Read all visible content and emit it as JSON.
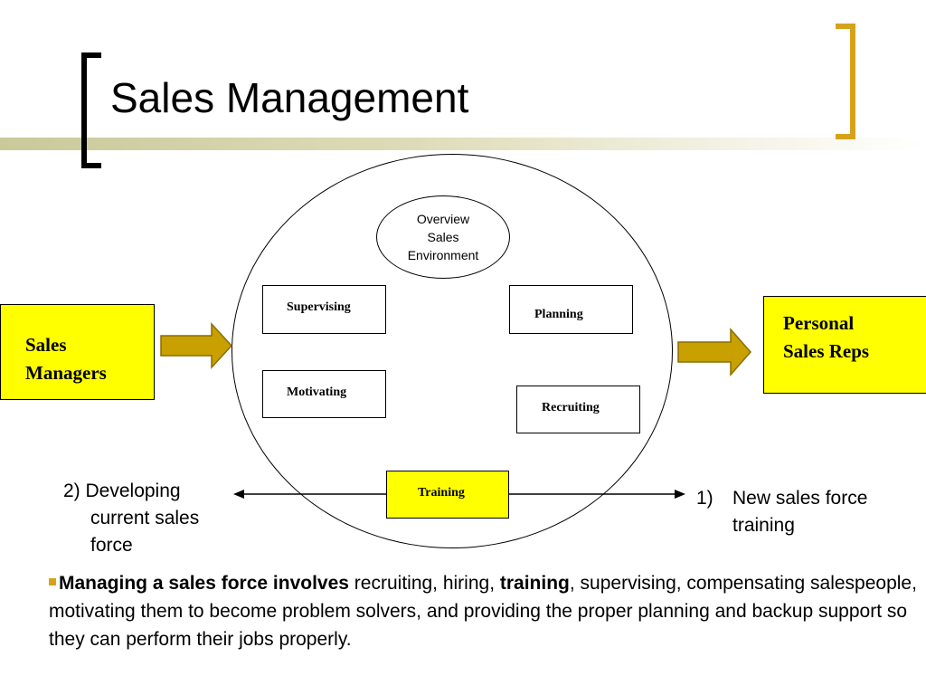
{
  "slide": {
    "title": "Sales Management"
  },
  "diagram": {
    "oval_lines": [
      "Overview",
      "Sales",
      "Environment"
    ],
    "boxes": {
      "supervising": "Supervising",
      "planning": "Planning",
      "motivating": "Motivating",
      "recruiting": "Recruiting",
      "training": "Training"
    },
    "sales_managers": [
      "Sales",
      "Managers"
    ],
    "personal_sales_reps": [
      "Personal",
      "Sales Reps"
    ],
    "developing": {
      "lines": [
        "2) Developing",
        "current sales",
        "force"
      ]
    },
    "new_training": {
      "number": "1)",
      "lines": [
        "New sales force",
        "training"
      ]
    }
  },
  "bullet": {
    "bold_lead": "Managing a sales force involves",
    "text_1": " recruiting, hiring, ",
    "bold_mid": "training",
    "text_2": ", supervising, compensating salespeople, motivating them to become problem solvers, and providing the proper planning and backup support so they can perform their jobs properly."
  },
  "colors": {
    "accent_gold": "#d6a21c",
    "arrow_fill": "#c8a000",
    "highlight_yellow": "#ffff00"
  }
}
